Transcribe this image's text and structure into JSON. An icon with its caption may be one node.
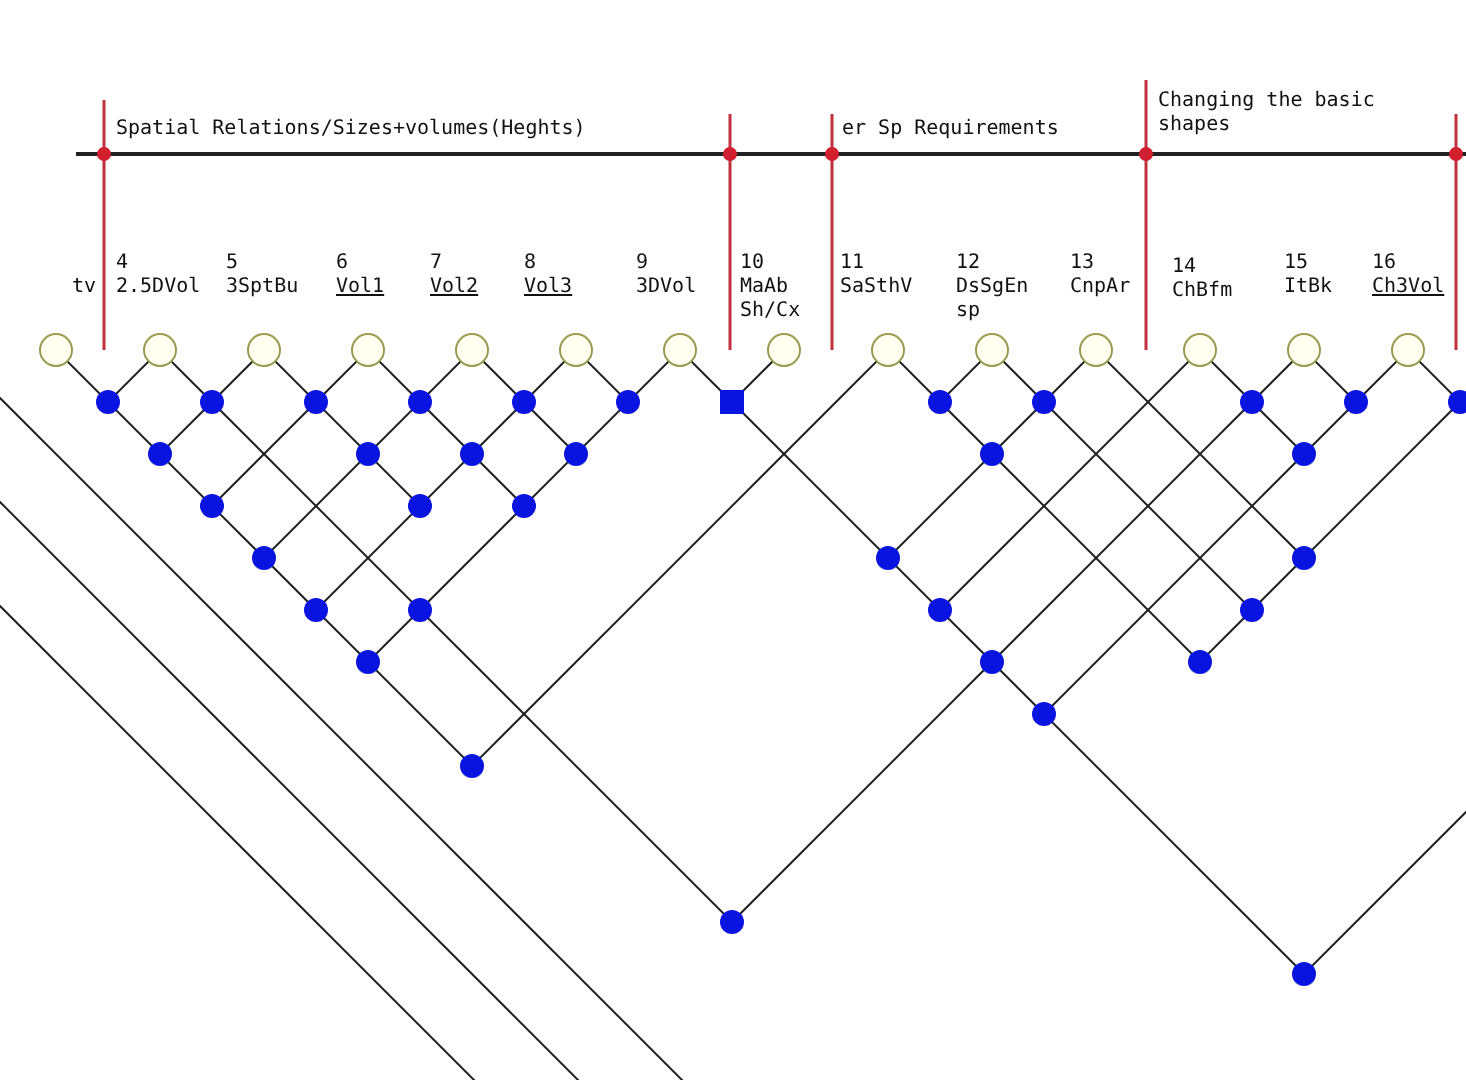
{
  "diagram": {
    "labels": [
      "Spatial Relations/Sizes+volumes(Heghts)",
      "er Sp Requirements",
      "Changing the basic shapes",
      "tv",
      "4",
      "2.5DVol",
      "5",
      "3SptBu",
      "6",
      "Vol1",
      "7",
      "Vol2",
      "8",
      "Vol3",
      "9",
      "3DVol",
      "10",
      "MaAb Sh/Cx",
      "11",
      "SaSthV",
      "12",
      "DsSgEn sp",
      "13",
      "CnpAr",
      "14",
      "ChBfm",
      "15",
      "ItBk",
      "16",
      "Ch3Vol"
    ]
  }
}
